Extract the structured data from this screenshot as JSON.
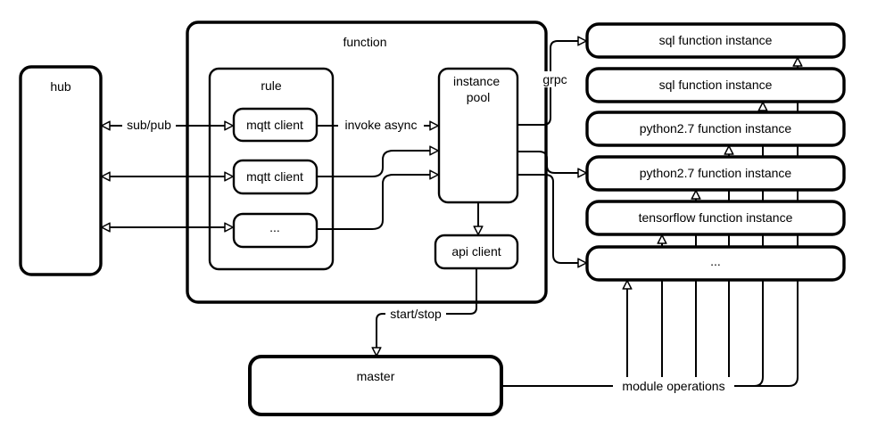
{
  "diagram": {
    "nodes": {
      "hub": {
        "label": "hub"
      },
      "function_container": {
        "label": "function"
      },
      "rule_container": {
        "label": "rule"
      },
      "mqtt_client_1": {
        "label": "mqtt client"
      },
      "mqtt_client_2": {
        "label": "mqtt client"
      },
      "rule_ellipsis": {
        "label": "..."
      },
      "instance_pool": {
        "label_line1": "instance",
        "label_line2": "pool"
      },
      "api_client": {
        "label": "api client"
      },
      "master": {
        "label": "master"
      }
    },
    "instances": [
      {
        "label": "sql function instance"
      },
      {
        "label": "sql function instance"
      },
      {
        "label": "python2.7 function instance"
      },
      {
        "label": "python2.7 function instance"
      },
      {
        "label": "tensorflow function instance"
      },
      {
        "label": "..."
      }
    ],
    "edge_labels": {
      "sub_pub": "sub/pub",
      "invoke_async": "invoke async",
      "grpc": "grpc",
      "start_stop": "start/stop",
      "module_operations": "module operations"
    },
    "colors": {
      "stroke": "#000000",
      "background": "#ffffff"
    }
  }
}
